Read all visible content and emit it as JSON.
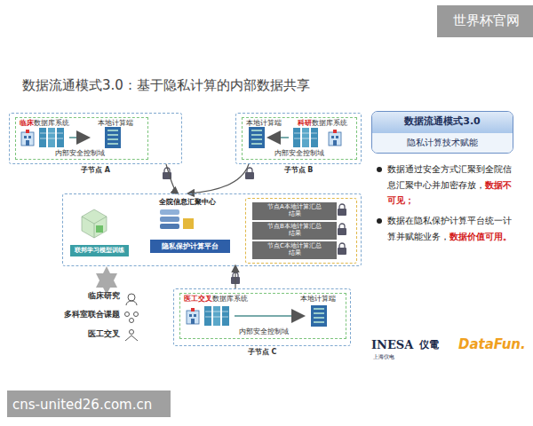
{
  "diagram": {
    "title": "数据流通模式3.0：基于隐私计算的内部数据共享",
    "nodes": [
      {
        "text": [
          "子节点 A"
        ]
      },
      {
        "text": [
          "临床数据库系统",
          "本地计算端",
          "内部安全控制域"
        ],
        "in": 0
      },
      {
        "text": [
          "子节点 B"
        ]
      },
      {
        "text": [
          "本地计算端",
          "科研数据库系统",
          "内部安全控制域"
        ],
        "in": 2
      },
      {
        "text": [
          "全院信息汇聚中心"
        ]
      },
      {
        "text": [
          "联邦学习模型训练"
        ],
        "in": 4
      },
      {
        "text": [
          "隐私保护计算平台"
        ],
        "in": 4
      },
      {
        "text": [],
        "in": 4
      },
      {
        "text": [
          "节点A本地计算汇总结果"
        ],
        "in": 7
      },
      {
        "text": [
          "节点B本地计算汇总结果"
        ],
        "in": 7
      },
      {
        "text": [
          "节点C本地计算汇总结果"
        ],
        "in": 7
      },
      {
        "text": [
          "子节点 C"
        ]
      },
      {
        "text": [
          "医工交叉数据库系统",
          "本地计算端",
          "内部安全控制域"
        ],
        "in": 11
      },
      {
        "text": [
          "数据流通模式3.0",
          "隐私计算技术赋能"
        ]
      }
    ],
    "edges": [
      {
        "from": 0,
        "to": 4,
        "arrow": "to"
      },
      {
        "from": 2,
        "to": 4,
        "arrow": "to"
      },
      {
        "from": 11,
        "to": 4,
        "arrow": "to"
      }
    ],
    "labels": [
      "世界杯官网",
      "临床研究",
      "多科室联合课题",
      "医工交叉",
      "数据通过安全方式汇聚到全院信息汇聚中心并加密存放，数据不可见；",
      "数据在隐私保护计算平台统一计算并赋能业务，数据价值可用。",
      "INESA",
      "仪電",
      "上海仪电",
      "DataFun.",
      "cns-united26.com.cn"
    ]
  }
}
